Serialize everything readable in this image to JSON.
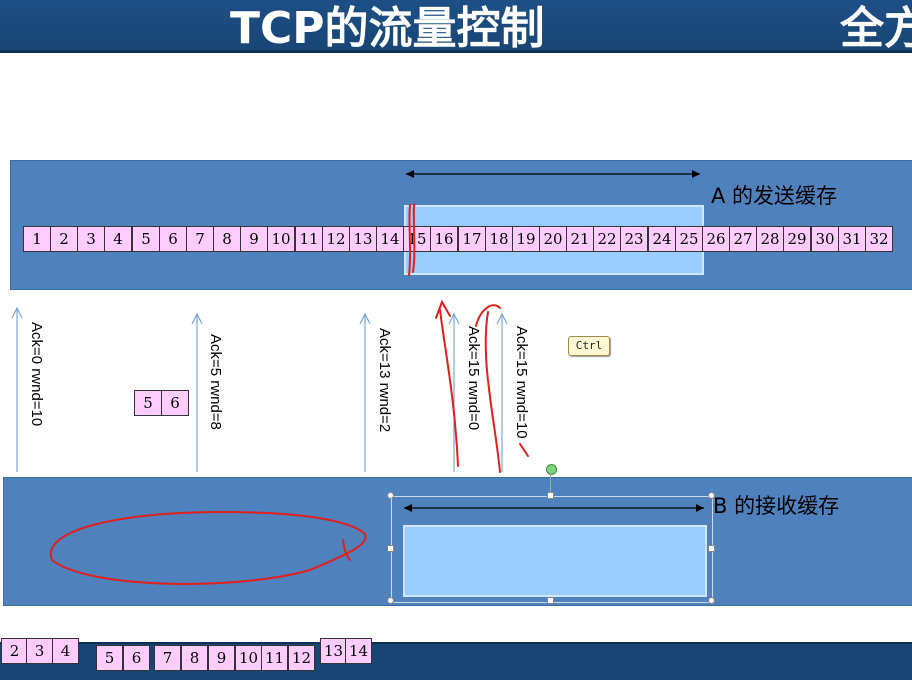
{
  "title": "TCP的流量控制",
  "title_cut": "全方",
  "sender": {
    "label": "A 的发送缓存",
    "cells": [
      "1",
      "2",
      "3",
      "4",
      "5",
      "6",
      "7",
      "8",
      "9",
      "10",
      "11",
      "12",
      "13",
      "14",
      "15",
      "16",
      "17",
      "18",
      "19",
      "20",
      "21",
      "22",
      "23",
      "24",
      "25",
      "26",
      "27",
      "28",
      "29",
      "30",
      "31",
      "32"
    ]
  },
  "receiver": {
    "label": "B 的接收缓存"
  },
  "acks": [
    "Ack=0 rwnd=10",
    "Ack=5 rwnd=8",
    "Ack=13 rwnd=2",
    "Ack=15 rwnd=0",
    "Ack=15 rwnd=10"
  ],
  "floating_cells": [
    "5",
    "6"
  ],
  "bottom_cells": [
    "2",
    "3",
    "4",
    "5",
    "6",
    "7",
    "8",
    "9",
    "10",
    "11",
    "12",
    "13",
    "14"
  ],
  "ctrl_badge": "Ctrl",
  "colors": {
    "panel": "#4f81bd",
    "window": "#99ccff",
    "cell": "#ffccff",
    "annotation": "#e0201c",
    "arrow": "#7fa6d6"
  }
}
